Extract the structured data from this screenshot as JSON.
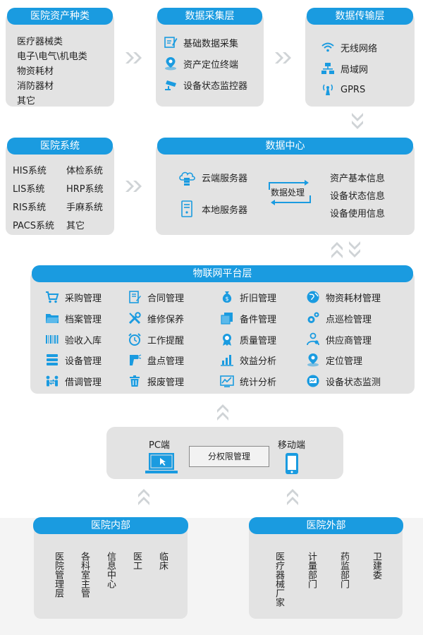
{
  "asset_types": {
    "title": "医院资产种类",
    "items": [
      "医疗器械类",
      "电子\\电气\\机电类",
      "物资耗材",
      "消防器材",
      "其它"
    ]
  },
  "collection": {
    "title": "数据采集层",
    "items": [
      {
        "label": "基础数据采集",
        "icon": "edit-form-icon"
      },
      {
        "label": "资产定位终端",
        "icon": "location-pin-icon"
      },
      {
        "label": "设备状态监控器",
        "icon": "camera-icon"
      }
    ]
  },
  "transmission": {
    "title": "数据传输层",
    "items": [
      {
        "label": "无线网络",
        "icon": "wifi-icon"
      },
      {
        "label": "局域网",
        "icon": "lan-icon"
      },
      {
        "label": "GPRS",
        "icon": "antenna-icon"
      }
    ]
  },
  "hospital_systems": {
    "title": "医院系统",
    "items": [
      "HIS系统",
      "体检系统",
      "LIS系统",
      "HRP系统",
      "RIS系统",
      "手麻系统",
      "PACS系统",
      "其它"
    ]
  },
  "data_center": {
    "title": "数据中心",
    "cloud_server": "云端服务器",
    "local_server": "本地服务器",
    "processing": "数据处理",
    "outputs": [
      "资产基本信息",
      "设备状态信息",
      "设备使用信息"
    ]
  },
  "iot_platform": {
    "title": "物联网平台层",
    "columns": [
      [
        {
          "label": "采购管理",
          "icon": "cart-icon"
        },
        {
          "label": "档案管理",
          "icon": "folder-icon"
        },
        {
          "label": "验收入库",
          "icon": "barcode-icon"
        },
        {
          "label": "设备管理",
          "icon": "server-stack-icon"
        },
        {
          "label": "借调管理",
          "icon": "people-transfer-icon"
        }
      ],
      [
        {
          "label": "合同管理",
          "icon": "contract-icon"
        },
        {
          "label": "维修保养",
          "icon": "tools-icon"
        },
        {
          "label": "工作提醒",
          "icon": "alarm-clock-icon"
        },
        {
          "label": "盘点管理",
          "icon": "scanner-icon"
        },
        {
          "label": "报废管理",
          "icon": "trash-icon"
        }
      ],
      [
        {
          "label": "折旧管理",
          "icon": "money-bag-icon"
        },
        {
          "label": "备件管理",
          "icon": "copy-icon"
        },
        {
          "label": "质量管理",
          "icon": "award-icon"
        },
        {
          "label": "效益分析",
          "icon": "bar-chart-icon"
        },
        {
          "label": "统计分析",
          "icon": "line-chart-icon"
        }
      ],
      [
        {
          "label": "物资耗材管理",
          "icon": "globe-icon"
        },
        {
          "label": "点巡检管理",
          "icon": "gears-icon"
        },
        {
          "label": "供应商管理",
          "icon": "supplier-icon"
        },
        {
          "label": "定位管理",
          "icon": "location-pin-icon"
        },
        {
          "label": "设备状态监测",
          "icon": "monitor-icon"
        }
      ]
    ]
  },
  "terminals": {
    "pc": "PC端",
    "mobile": "移动端",
    "permission": "分权限管理"
  },
  "internal": {
    "title": "医院内部",
    "columns": [
      "医院管理层",
      "各科室主管",
      "信息中心",
      "医工",
      "临床"
    ]
  },
  "external": {
    "title": "医院外部",
    "columns": [
      "医疗器械厂家",
      "计量部门",
      "药监部门",
      "卫建委"
    ]
  },
  "colors": {
    "accent": "#1a9be0",
    "panel": "#e3e3e3",
    "chevron": "#cfd3d6"
  }
}
